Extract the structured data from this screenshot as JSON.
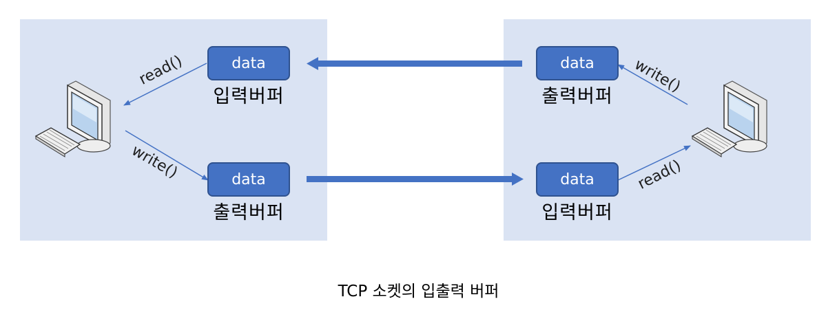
{
  "left_host": {
    "input_buffer": {
      "box_text": "data",
      "label": "입력버퍼"
    },
    "output_buffer": {
      "box_text": "data",
      "label": "출력버퍼"
    },
    "read_label": "read()",
    "write_label": "write()"
  },
  "right_host": {
    "output_buffer": {
      "box_text": "data",
      "label": "출력버퍼"
    },
    "input_buffer": {
      "box_text": "data",
      "label": "입력버퍼"
    },
    "write_label": "write()",
    "read_label": "read()"
  },
  "caption": "TCP 소켓의 입출력 버퍼",
  "colors": {
    "panel": "#dae3f3",
    "box_fill": "#4472c4",
    "box_border": "#2f528f",
    "arrow": "#4472c4"
  },
  "icons": [
    "computer-icon",
    "computer-icon"
  ]
}
